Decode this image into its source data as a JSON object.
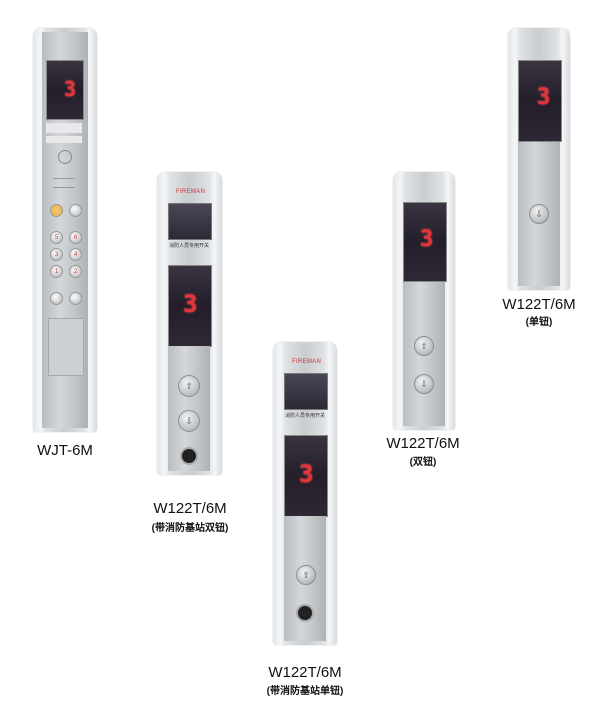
{
  "floor_digit": "3",
  "panels": [
    {
      "model": "WJT-6M",
      "subtitle": ""
    },
    {
      "model": "W122T/6M",
      "subtitle": "(带消防基站双钮)",
      "brand": "FIREMAN",
      "strip_text": "消防人员专用开关"
    },
    {
      "model": "W122T/6M",
      "subtitle": "(带消防基站单钮)",
      "brand": "FIREMAN",
      "strip_text": "消防人员专用开关"
    },
    {
      "model": "W122T/6M",
      "subtitle": "(双钮)"
    },
    {
      "model": "W122T/6M",
      "subtitle": "(单钮)"
    }
  ],
  "keypad": [
    "5",
    "6",
    "3",
    "4",
    "1",
    "2"
  ],
  "colors": {
    "digit": "#e2343a",
    "alarm": "#e8b04a"
  }
}
